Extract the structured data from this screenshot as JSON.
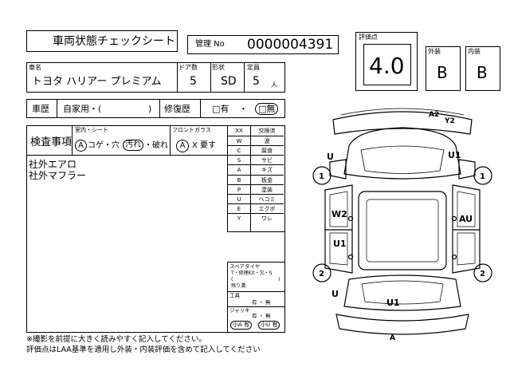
{
  "header": {
    "title": "車両状態チェックシート",
    "mgmt_label": "管理 No",
    "mgmt_no": "0000004391"
  },
  "score": {
    "label": "評価点",
    "value": "4.0",
    "exterior_label": "外装",
    "exterior": "B",
    "interior_label": "内装",
    "interior": "B"
  },
  "vehicle": {
    "name_label": "車名",
    "name": "トヨタ ハリアー プレミアム",
    "doors_label": "ドア数",
    "doors": "5",
    "shape_label": "形状",
    "shape": "SD",
    "capacity_label": "定員",
    "capacity": "5",
    "capacity_unit": "人"
  },
  "history": {
    "label": "車歴",
    "value": "自家用・(",
    "close": ")",
    "repair_label": "修復歴",
    "repair_yes": "□有",
    "dot": "・",
    "repair_no": "□無"
  },
  "inspection": {
    "label": "検査事項",
    "interior_label": "室内・シート",
    "a_mark": "A",
    "interior_items": "コゲ・穴",
    "dirty": "汚れ",
    "broken": "・破れ",
    "glass_label": "フロントガラス",
    "glass_a": "A",
    "glass_x": "X 要す",
    "notes": [
      "社外エアロ",
      "社外マフラー"
    ]
  },
  "codes": {
    "head": [
      "XX",
      "交換済"
    ],
    "rows": [
      [
        "W",
        "波"
      ],
      [
        "C",
        "腐食"
      ],
      [
        "S",
        "サビ"
      ],
      [
        "A",
        "キズ"
      ],
      [
        "B",
        "板金"
      ],
      [
        "P",
        "塗装"
      ],
      [
        "U",
        "ヘコミ"
      ],
      [
        "E",
        "エクボ"
      ],
      [
        "Y",
        "ワレ"
      ]
    ]
  },
  "spare": {
    "tire_label": "スペアタイヤ",
    "tire_line": "T・修理Kit・欠・S",
    "paren_open": "(",
    "paren_close": ")",
    "remain": "残り溝:",
    "tools_label": "工具",
    "tools_val": "有 ・ 無",
    "jack_label": "ジャッキ",
    "jack_val": "有 ・ 無",
    "small_a": "小A 有",
    "small_u": "小U 有"
  },
  "diagram": {
    "a2": "A2",
    "y2": "Y2",
    "u_tl": "U",
    "u1_tr": "U1",
    "w2": "W2",
    "au": "AU",
    "u1_left": "U1",
    "u_bl": "U",
    "u1_bottom": "U1",
    "a_bottom": "A",
    "wheel_fl": "1",
    "wheel_fr": "1",
    "wheel_rl": "2",
    "wheel_rr": "2"
  },
  "footer": {
    "line1": "※撮影を前提に大きく読みやすく記入してください。",
    "line2": "評価点はLAA基準を適用し外装・内装評価を含めて記入してください"
  }
}
